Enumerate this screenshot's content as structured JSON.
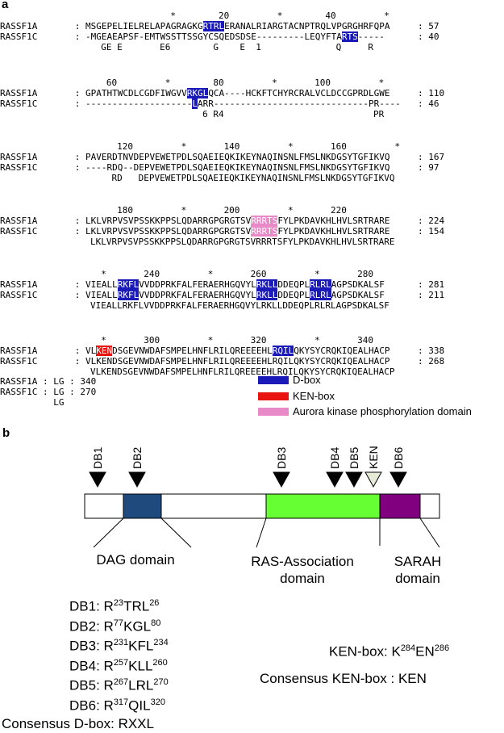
{
  "panel_a": {
    "label": "a",
    "seq_names": {
      "a": "RASSF1A",
      "c": "RASSF1C"
    },
    "blocks": [
      {
        "ruler": "               *        20         *        40         *",
        "a_seq": "MSGEPELIELRELAPAGRAGKGRTRLERANALRIARGTACNPTRQLVPGRGHRFQPA",
        "a_end": "57",
        "c_seq": "-MGEAEAPSF-EMTWSSTTSSGYCSQEDSDSE---------LEQYFTARTS-----",
        "c_end": "40",
        "cons": "  GE E       E6        G    E  1              Q     R"
      },
      {
        "ruler": "   60         *        80         *       100         *",
        "a_seq": "GPATHTWCDLCGDFIWGVVRKGLQCA----HCKFTCHYRCRALVCLDCCGPRDLGWE",
        "a_end": "110",
        "c_seq": "--------------------LARR-----------------------------PR----",
        "c_end": "46",
        "cons": "                     6 R4                            PR"
      },
      {
        "ruler": "     120         *       140         *       160         *",
        "a_seq": "PAVERDTNVDEPVEWETPDLSQAEIEQKIKEYNAQINSNLFMSLNKDGSYTGFIKVQ",
        "a_end": "167",
        "c_seq": "----RDQ--DEPVEWETPDLSQAEIEQKIKEYNAQINSNLFMSLNKDGSYTGFIKVQ",
        "c_end": "97",
        "cons": "    RD   DEPVEWETPDLSQAEIEQKIKEYNAQINSNLFMSLNKDGSYTGFIKVQ"
      },
      {
        "ruler": "     180         *       200         *       220",
        "a_seq": "LKLVRPVSVPSSKKPPSLQDARRGPGRGTSVRRRTSFYLPKDAVKHLHVLSRTRARE",
        "a_end": "224",
        "c_seq": "LKLVRPVSVPSSKKPPSLQDARRGPGRGTSVRRRTSFYLPKDAVKHLHVLSRTRARE",
        "c_end": "154",
        "cons": "LKLVRPVSVPSSKKPPSLQDARRGPGRGTSVRRRTSFYLPKDAVKHLHVLSRTRARE"
      },
      {
        "ruler": "  *       240         *       260         *       280",
        "a_seq": "VIEALLRKFLVVDDPRKFALFERAERHGQVYLRKLLDDEQPLRLRLAGPSDKALSF",
        "a_end": "281",
        "c_seq": "VIEALLRKFLVVDDPRKFALFERAERHGQVYLRKLLDDEQPLRLRLAGPSDKALSF",
        "c_end": "211",
        "cons": "VIEALLRKFLVVDDPRKFALFERAERHGQVYLRKLLDDEQPLRLRLAGPSDKALSF"
      },
      {
        "ruler": "  *       300         *       320         *       340",
        "a_seq": "VLKENDSGEVNWDAFSMPELHNFLRILQREEEEHLRQILQKYSYCRQKIQEALHACP",
        "a_end": "338",
        "c_seq": "VLKENDSGEVNWDAFSMPELHNFLRILQREEEEHLRQILQKYSYCRQKIQEALHACP",
        "c_end": "268",
        "cons": "VLKENDSGEVNWDAFSMPELHNFLRILQREEEEHLRQILQKYSYCRQKIQEALHACP"
      }
    ],
    "tail": {
      "a_line": "RASSF1A : LG : 340",
      "c_line": "RASSF1C : LG : 270",
      "cons": "          LG"
    },
    "legend": [
      {
        "label": "D-box",
        "color": "#1a1ab8"
      },
      {
        "label": "KEN-box",
        "color": "#e8140f"
      },
      {
        "label": "Aurora kinase phosphorylation domain",
        "color": "#e98ac8"
      }
    ]
  },
  "panel_b": {
    "label": "b",
    "markers": [
      {
        "label": "DB1",
        "type": "dbox"
      },
      {
        "label": "DB2",
        "type": "dbox"
      },
      {
        "label": "DB3",
        "type": "dbox"
      },
      {
        "label": "DB4",
        "type": "dbox"
      },
      {
        "label": "DB5",
        "type": "dbox"
      },
      {
        "label": "KEN",
        "type": "ken"
      },
      {
        "label": "DB6",
        "type": "dbox"
      }
    ],
    "domains": [
      {
        "name": "DAG domain",
        "color": "#1f4a7e"
      },
      {
        "name": "RAS-Association domain",
        "color": "#66ff33"
      },
      {
        "name": "SARAH domain",
        "color": "#800080"
      }
    ],
    "dboxes": [
      {
        "name": "DB1",
        "res1": "R",
        "n1": "23",
        "mid": "TRL",
        "n2": "26"
      },
      {
        "name": "DB2",
        "res1": "R",
        "n1": "77",
        "mid": "KGL",
        "n2": "80"
      },
      {
        "name": "DB3",
        "res1": "R",
        "n1": "231",
        "mid": "KFL",
        "n2": "234"
      },
      {
        "name": "DB4",
        "res1": "R",
        "n1": "257",
        "mid": "KLL",
        "n2": "260"
      },
      {
        "name": "DB5",
        "res1": "R",
        "n1": "267",
        "mid": "LRL",
        "n2": "270"
      },
      {
        "name": "DB6",
        "res1": "R",
        "n1": "317",
        "mid": "QIL",
        "n2": "320"
      }
    ],
    "consensus_dbox": "Consensus D-box: RXXL",
    "kenbox": {
      "prefix": "KEN-box: K",
      "n1": "284",
      "mid": "EN",
      "n2": "286"
    },
    "consensus_ken": "Consensus KEN-box : KEN"
  }
}
